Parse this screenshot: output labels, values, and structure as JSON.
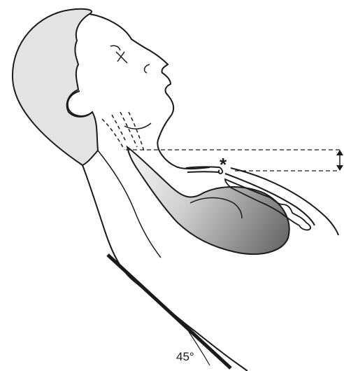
{
  "diagram": {
    "marker_symbol": "*",
    "angle_label": "45°",
    "colors": {
      "stroke": "#1a1a1a",
      "hair_fill": "#e3e3e3",
      "vessel_light": "#f7f7f7",
      "vessel_dark": "#6a6a6a",
      "background": "#ffffff"
    },
    "parts": [
      "head-hair",
      "face-profile",
      "ear",
      "neck",
      "jugular-vein",
      "right-atrium",
      "sternal-angle-marker",
      "reference-height-lines",
      "vertical-height-arrow",
      "back-rest-line",
      "angle-label"
    ]
  }
}
